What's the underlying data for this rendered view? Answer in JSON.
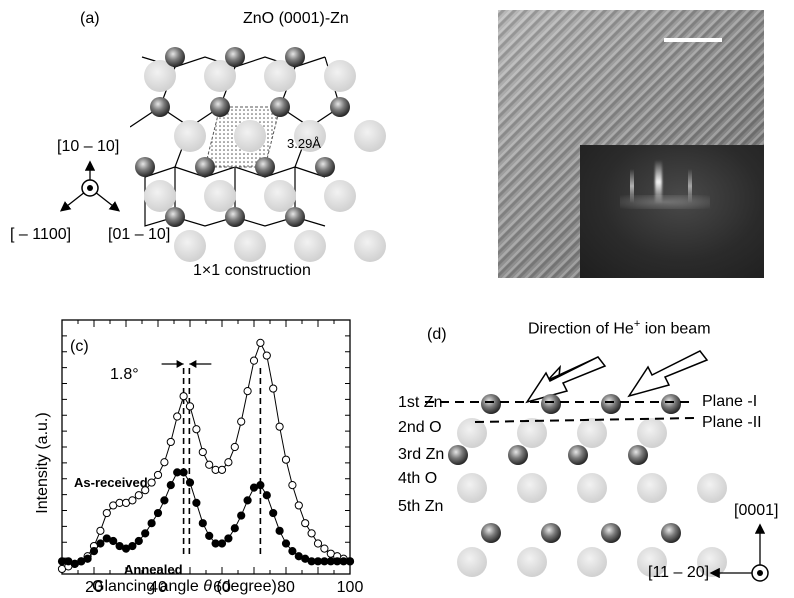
{
  "panel_a": {
    "label": "(a)",
    "title": "ZnO (0001)-Zn",
    "spacing": "3.29Å",
    "caption": "1×1 construction",
    "dir_up": "[10 – 10]",
    "dir_left": "[ – 1100]",
    "dir_right": "[01 – 10]"
  },
  "panel_d": {
    "label": "(d)",
    "beam_label": "Direction of He",
    "beam_sup": "+",
    "beam_suffix": " ion beam",
    "layers": [
      "1st Zn",
      "2nd O",
      "3rd Zn",
      "4th O",
      "5th Zn"
    ],
    "plane1": "Plane -I",
    "plane2": "Plane -II",
    "axis_up": "[0001]",
    "axis_left": "[11 – 20]"
  },
  "chart_data": {
    "type": "line",
    "panel_label": "(c)",
    "xlabel_prefix": "Glancing angle ",
    "xlabel_symbol": "θ",
    "xlabel_suffix": " (degree)",
    "ylabel": "Intensity (a.u.)",
    "xlim": [
      10,
      100
    ],
    "ylim": [
      0,
      1
    ],
    "x_ticks": [
      20,
      40,
      60,
      80,
      100
    ],
    "shift_label": "1.8°",
    "dashed_lines": [
      48.0,
      49.8,
      72.0
    ],
    "series": [
      {
        "name": "As-received",
        "marker": "open",
        "x": [
          10,
          12,
          14,
          16,
          18,
          20,
          22,
          24,
          26,
          28,
          30,
          32,
          34,
          36,
          38,
          40,
          42,
          44,
          46,
          48,
          50,
          52,
          54,
          56,
          58,
          60,
          62,
          64,
          66,
          68,
          70,
          72,
          74,
          76,
          78,
          80,
          82,
          84,
          86,
          88,
          90,
          92,
          94,
          96,
          98,
          100
        ],
        "y": [
          0.02,
          0.03,
          0.04,
          0.05,
          0.07,
          0.11,
          0.17,
          0.24,
          0.27,
          0.28,
          0.28,
          0.29,
          0.31,
          0.33,
          0.36,
          0.39,
          0.44,
          0.52,
          0.62,
          0.7,
          0.66,
          0.57,
          0.48,
          0.43,
          0.41,
          0.41,
          0.44,
          0.5,
          0.6,
          0.72,
          0.84,
          0.91,
          0.86,
          0.73,
          0.58,
          0.45,
          0.35,
          0.27,
          0.2,
          0.16,
          0.12,
          0.1,
          0.08,
          0.07,
          0.06,
          0.05
        ]
      },
      {
        "name": "Annealed",
        "marker": "filled",
        "x": [
          10,
          12,
          14,
          16,
          18,
          20,
          22,
          24,
          26,
          28,
          30,
          32,
          34,
          36,
          38,
          40,
          42,
          44,
          46,
          48,
          50,
          52,
          54,
          56,
          58,
          60,
          62,
          64,
          66,
          68,
          70,
          72,
          74,
          76,
          78,
          80,
          82,
          84,
          86,
          88,
          90,
          92,
          94,
          96,
          98,
          100
        ],
        "y": [
          0.05,
          0.05,
          0.04,
          0.05,
          0.06,
          0.09,
          0.12,
          0.14,
          0.13,
          0.11,
          0.1,
          0.11,
          0.13,
          0.16,
          0.2,
          0.24,
          0.29,
          0.35,
          0.4,
          0.4,
          0.36,
          0.28,
          0.2,
          0.15,
          0.12,
          0.12,
          0.14,
          0.18,
          0.23,
          0.29,
          0.34,
          0.35,
          0.31,
          0.24,
          0.17,
          0.12,
          0.09,
          0.07,
          0.06,
          0.05,
          0.05,
          0.05,
          0.05,
          0.05,
          0.05,
          0.05
        ]
      }
    ]
  }
}
